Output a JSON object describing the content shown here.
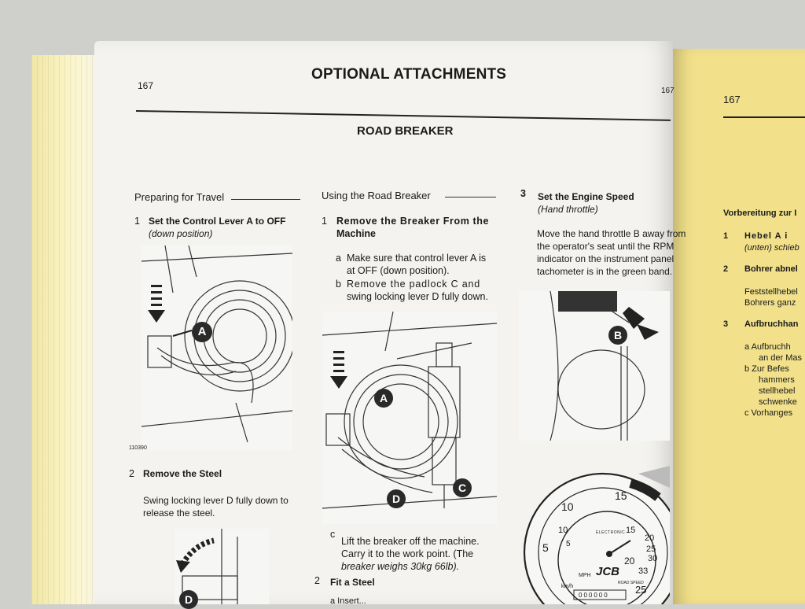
{
  "page_number_left": "167",
  "page_number_right": "167",
  "page_number_far": "167",
  "header": {
    "title": "OPTIONAL ATTACHMENTS",
    "subtitle": "ROAD BREAKER"
  },
  "col1": {
    "heading": "Preparing for Travel",
    "step1_num": "1",
    "step1_title": "Set the Control Lever A to OFF",
    "step1_sub": "(down position)",
    "fig_label_a": "A",
    "fig_code": "110390",
    "step2_num": "2",
    "step2_title": "Remove the Steel",
    "step2_text_1": "Swing locking lever D fully down to",
    "step2_text_2": "release the steel.",
    "fig_label_d": "D"
  },
  "col2": {
    "heading": "Using the Road Breaker",
    "step1_num": "1",
    "step1_title_1": "Remove the Breaker From the",
    "step1_title_2": "Machine",
    "a_marker": "a",
    "a_text_1": "Make sure that control lever A is",
    "a_text_2": "at OFF (down position).",
    "b_marker": "b",
    "b_text_1": "Remove the padlock C and",
    "b_text_2": "swing locking lever D fully down.",
    "fig_label_a": "A",
    "fig_label_c": "C",
    "fig_label_d": "D",
    "c_marker": "c",
    "c_text_1": "Lift the breaker off the machine.",
    "c_text_2": "Carry it to the work point. (The",
    "c_text_3": "breaker weighs 30kg 66lb).",
    "step2_num": "2",
    "step2_title": "Fit a Steel",
    "step2_a": "a  Insert..."
  },
  "col3": {
    "step3_num": "3",
    "step3_title": "Set the Engine Speed",
    "step3_sub": "(Hand throttle)",
    "text_1": "Move the hand throttle B away from",
    "text_2": "the operator's seat until the RPM",
    "text_3": "indicator on the instrument panel",
    "text_4": "tachometer is in the green band.",
    "fig_label_b": "B",
    "gauge": {
      "outer_ticks": [
        "5",
        "10",
        "15"
      ],
      "inner_ticks": [
        "5",
        "10",
        "15",
        "20",
        "25",
        "30",
        "33"
      ],
      "brand_small": "ELECTRONIC",
      "brand": "JCB",
      "unit_mph": "MPH",
      "unit_kmh": "km/h",
      "road_speed": "ROAD SPEED",
      "value_20": "20",
      "value_25": "25",
      "odometer": "000000"
    }
  },
  "right_page": {
    "line1": "Vorbereitung zur I",
    "step1_num": "1",
    "step1_text": "Hebel  A  i",
    "step1_sub": "(unten) schieb",
    "step2_num": "2",
    "step2_text": "Bohrer abnel",
    "para_1": "Feststellhebel",
    "para_2": "Bohrers ganz",
    "step3_num": "3",
    "step3_text": "Aufbruchhan",
    "a_text_1": "a  Aufbruchh",
    "a_text_2": "an der Mas",
    "b_text_1": "b  Zur Befes",
    "b_text_2": "hammers",
    "b_text_3": "stellhebel",
    "b_text_4": "schwenke",
    "c_text_1": "c  Vorhanges"
  },
  "colors": {
    "page": "#f4f3ef",
    "yellow_page": "#f2e18a",
    "ink": "#1a1a1a",
    "badge": "#2a2a2a"
  }
}
